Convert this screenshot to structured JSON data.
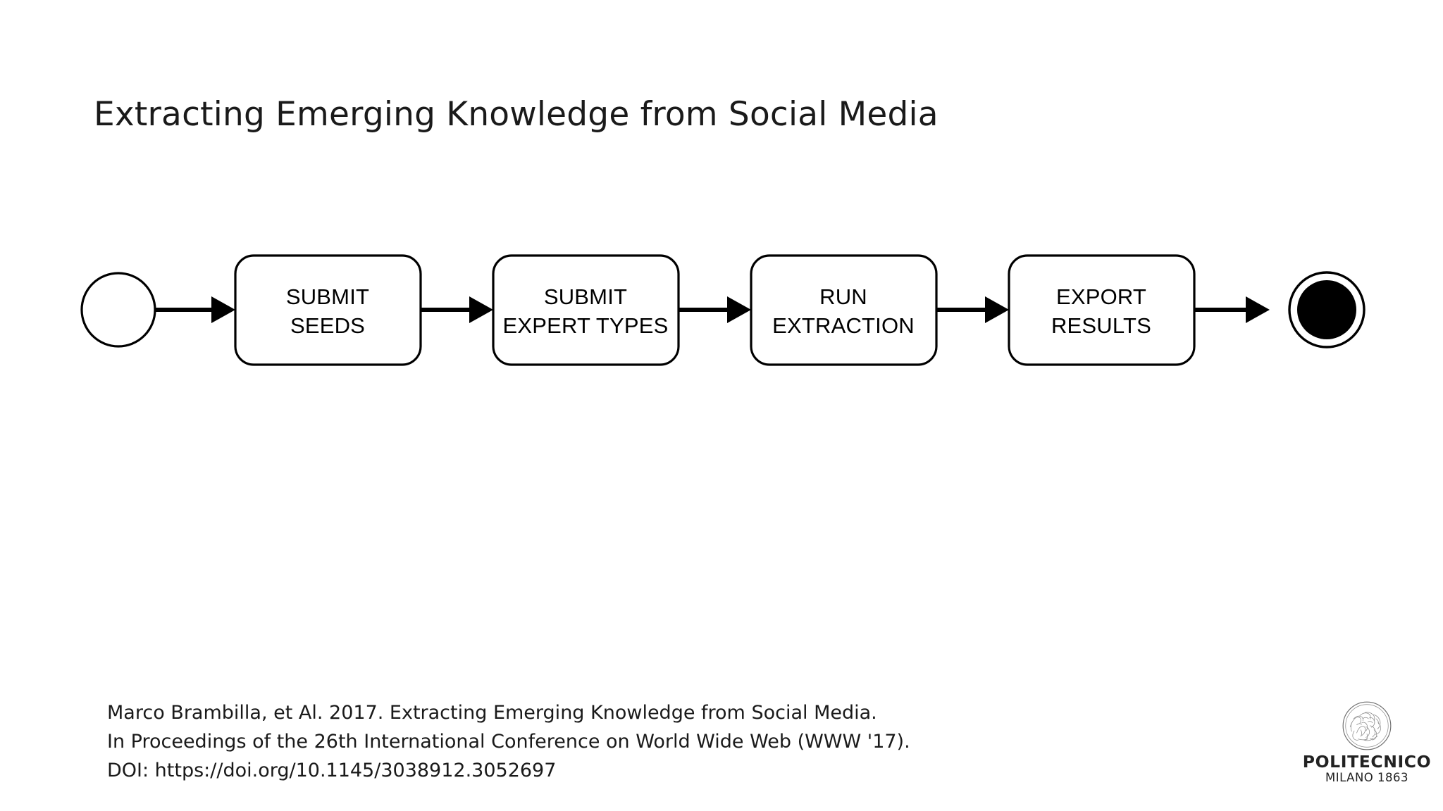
{
  "slide": {
    "title": "Extracting Emerging Knowledge from Social Media",
    "background_color": "#ffffff",
    "text_color": "#1a1a1a"
  },
  "diagram": {
    "type": "flowchart",
    "orientation": "left-to-right",
    "stroke_color": "#000000",
    "fill_color": "#ffffff",
    "start_node": {
      "kind": "start-event",
      "label": ""
    },
    "end_node": {
      "kind": "end-event",
      "label": ""
    },
    "steps": [
      {
        "id": "step-1",
        "line1": "SUBMIT",
        "line2": "SEEDS"
      },
      {
        "id": "step-2",
        "line1": "SUBMIT",
        "line2": "EXPERT TYPES"
      },
      {
        "id": "step-3",
        "line1": "RUN",
        "line2": "EXTRACTION"
      },
      {
        "id": "step-4",
        "line1": "EXPORT",
        "line2": "RESULTS"
      }
    ],
    "connector_count": 5
  },
  "citation": {
    "line1": "Marco Brambilla, et Al. 2017. Extracting Emerging Knowledge from Social Media.",
    "line2": "In Proceedings of the 26th International Conference on World Wide Web (WWW '17).",
    "line3": "DOI: https://doi.org/10.1145/3038912.3052697"
  },
  "logo": {
    "seal_name": "politecnico-seal",
    "wordmark": "POLITECNICO",
    "subline": "MILANO 1863",
    "color": "#222222"
  }
}
